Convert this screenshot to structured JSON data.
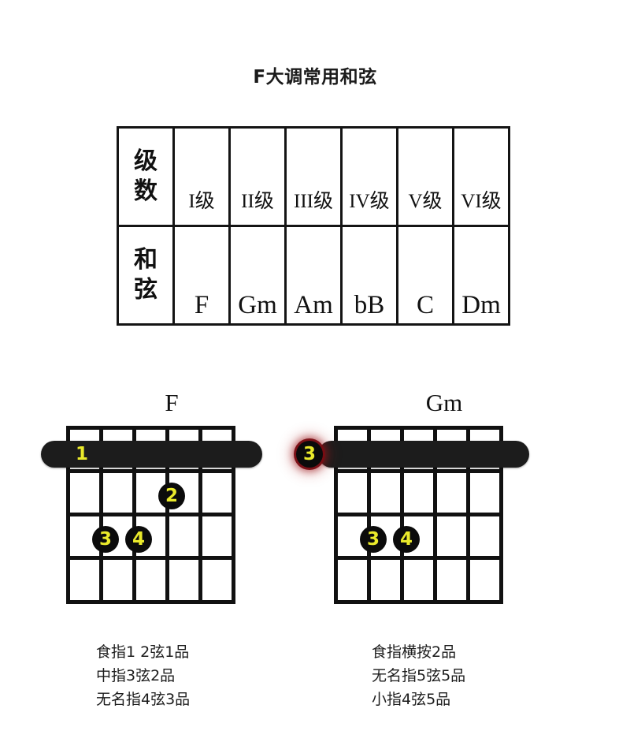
{
  "page": {
    "title": "F大调常用和弦",
    "background": "#ffffff",
    "accent_yellow": "#eaea2b",
    "ink": "#111111",
    "glow_red": "#8c1218"
  },
  "table": {
    "rows": [
      {
        "header": "级数",
        "header_chars": [
          "级",
          "数"
        ],
        "cells": [
          "I级",
          "II级",
          "III级",
          "IV级",
          "V级",
          "VI级"
        ]
      },
      {
        "header": "和弦",
        "header_chars": [
          "和",
          "弦"
        ],
        "cells": [
          "F",
          "Gm",
          "Am",
          "bB",
          "C",
          "Dm"
        ]
      }
    ]
  },
  "diagrams": [
    {
      "name": "F",
      "strings": 6,
      "frets": 4,
      "barre": {
        "fret": 1,
        "finger": "1",
        "from_string": 1,
        "to_string": 6
      },
      "dots": [
        {
          "finger": "2",
          "string": 4,
          "fret": 2
        },
        {
          "finger": "3",
          "string": 2,
          "fret": 3
        },
        {
          "finger": "4",
          "string": 3,
          "fret": 3
        }
      ],
      "left_marker": null,
      "instructions": [
        "食指1 2弦1品",
        "中指3弦2品",
        "无名指4弦3品"
      ]
    },
    {
      "name": "Gm",
      "strings": 6,
      "frets": 4,
      "barre": {
        "fret": 1,
        "finger": "",
        "from_string": 1,
        "to_string": 6
      },
      "dots": [
        {
          "finger": "3",
          "string": 2,
          "fret": 3
        },
        {
          "finger": "4",
          "string": 3,
          "fret": 3
        }
      ],
      "left_marker": {
        "label": "3",
        "style": "glow"
      },
      "instructions": [
        "食指横按2品",
        "无名指5弦5品",
        "小指4弦5品"
      ]
    }
  ]
}
